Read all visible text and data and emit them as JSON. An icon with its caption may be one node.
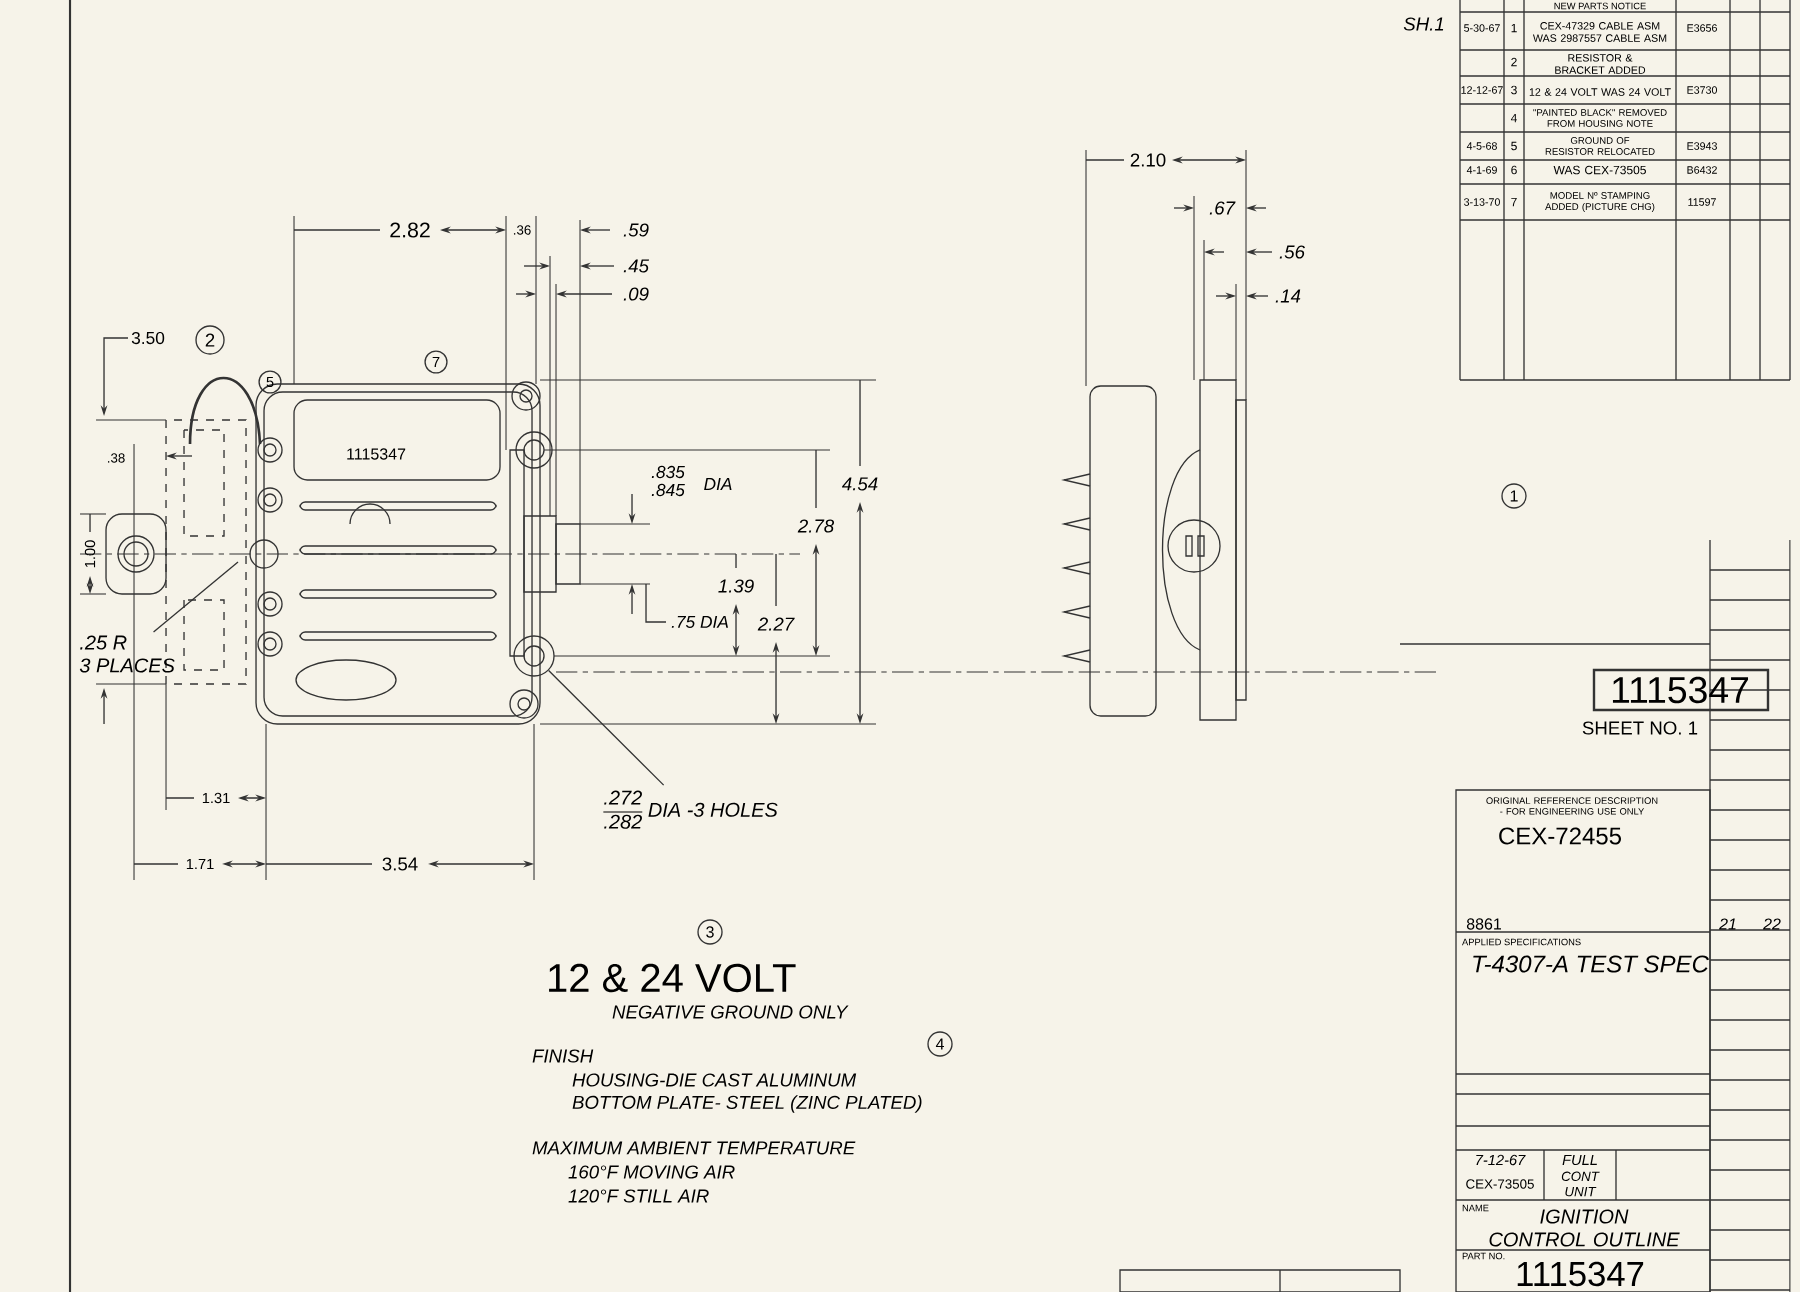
{
  "diagram": {
    "nodes": [
      {
        "text": [
          "2"
        ]
      },
      {
        "text": [
          "7"
        ]
      },
      {
        "text": [
          "5"
        ]
      },
      {
        "text": [
          "1"
        ]
      },
      {
        "text": [],
        "shape": "circle"
      },
      {
        "text": [
          ".25 R",
          "3 PLACES"
        ]
      },
      {
        "text": [
          ".272",
          ".282",
          "DIA -3 HOLES"
        ]
      },
      {
        "text": [
          "3"
        ]
      },
      {
        "text": [
          "4"
        ]
      }
    ],
    "edges": [
      {
        "from": 6,
        "to": 4,
        "arrow": "none"
      },
      {
        "from": 5,
        "to": null,
        "arrow": "none"
      }
    ],
    "labels": [
      "SH.1",
      "NEW PARTS NOTICE",
      "5-30-67",
      "1",
      "CEX-47329 CABLE ASM WAS 2987557 CABLE ASM",
      "E3656",
      "2",
      "RESISTOR & BRACKET ADDED",
      "12-12-67",
      "3",
      "12 & 24 VOLT WAS 24 VOLT",
      "E3730",
      "4",
      "\"PAINTED BLACK\" REMOVED FROM HOUSING NOTE",
      "4-5-68",
      "5",
      "GROUND OF RESISTOR RELOCATED",
      "E3943",
      "4-1-69",
      "6",
      "WAS CEX-73505",
      "B6432",
      "3-13-70",
      "7",
      "MODEL Nº STAMPING ADDED (PICTURE CHG)",
      "11597",
      "2.82",
      ".36",
      ".59",
      ".45",
      ".09",
      "3.50",
      ".38",
      "1115347",
      ".835",
      ".845",
      "DIA",
      "4.54",
      "2.78",
      "1.00",
      "1.39",
      ".75 DIA",
      "2.27",
      "1.31",
      "1.71",
      "3.54",
      "2.10",
      ".67",
      ".56",
      ".14",
      "12 & 24 VOLT",
      "NEGATIVE GROUND ONLY",
      "FINISH",
      "HOUSING-DIE CAST ALUMINUM",
      "BOTTOM PLATE- STEEL (ZINC PLATED)",
      "MAXIMUM AMBIENT TEMPERATURE",
      "160°F MOVING AIR",
      "120°F STILL AIR",
      "1115347",
      "SHEET NO. 1",
      "ORIGINAL REFERENCE DESCRIPTION - FOR ENGINEERING USE ONLY",
      "CEX-72455",
      "8861",
      "21",
      "22",
      "APPLIED SPECIFICATIONS",
      "T-4307-A TEST SPEC",
      "7-12-67",
      "FULL",
      "CONT UNIT",
      "CEX-73505",
      "NAME",
      "IGNITION CONTROL OUTLINE",
      "PART NO.",
      "1115347"
    ]
  }
}
